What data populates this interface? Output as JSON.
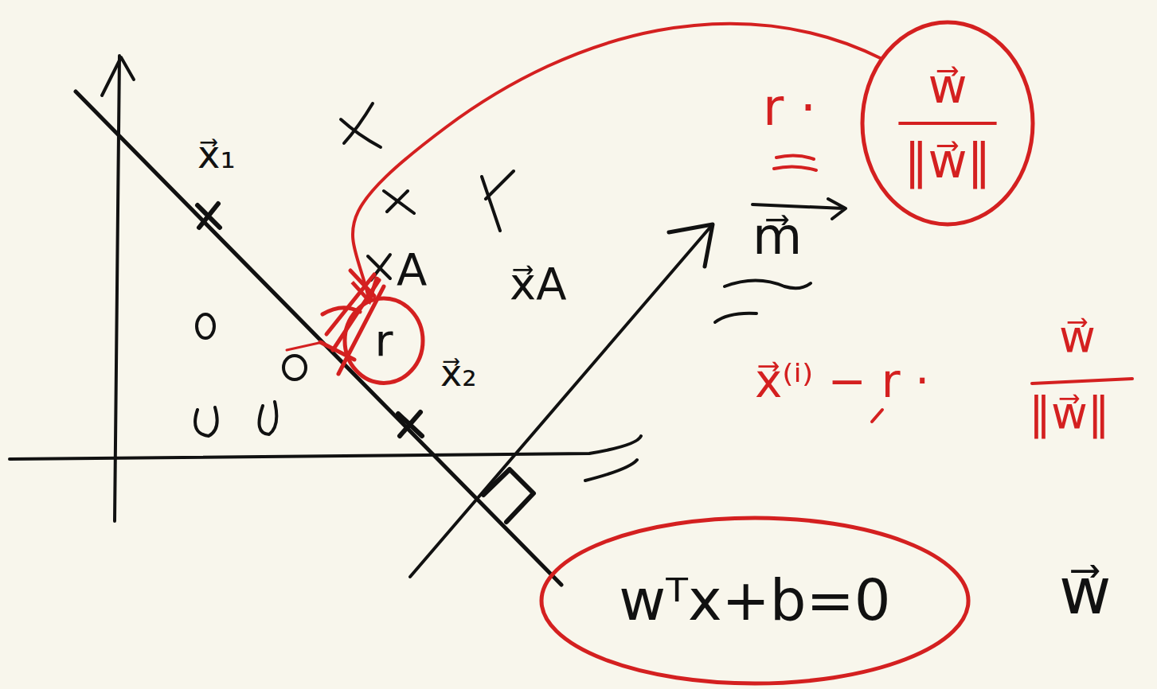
{
  "diagram": {
    "nodes": [
      {
        "text": [
          "r"
        ]
      },
      {
        "text": [
          "w⃗",
          "‖w⃗‖"
        ]
      },
      {
        "text": [
          "wᵀx+b=0"
        ]
      }
    ],
    "edges": [
      {
        "from": 1,
        "to": 0,
        "arrow": "to"
      }
    ],
    "labels": [
      "x⃗₁",
      "A",
      "x⃗A",
      "x⃗₂",
      "r ·",
      "m⃗",
      "x⃗⁽ⁱ⁾ − r ·",
      "w⃗",
      "‖w⃗‖",
      "w⃗"
    ]
  }
}
